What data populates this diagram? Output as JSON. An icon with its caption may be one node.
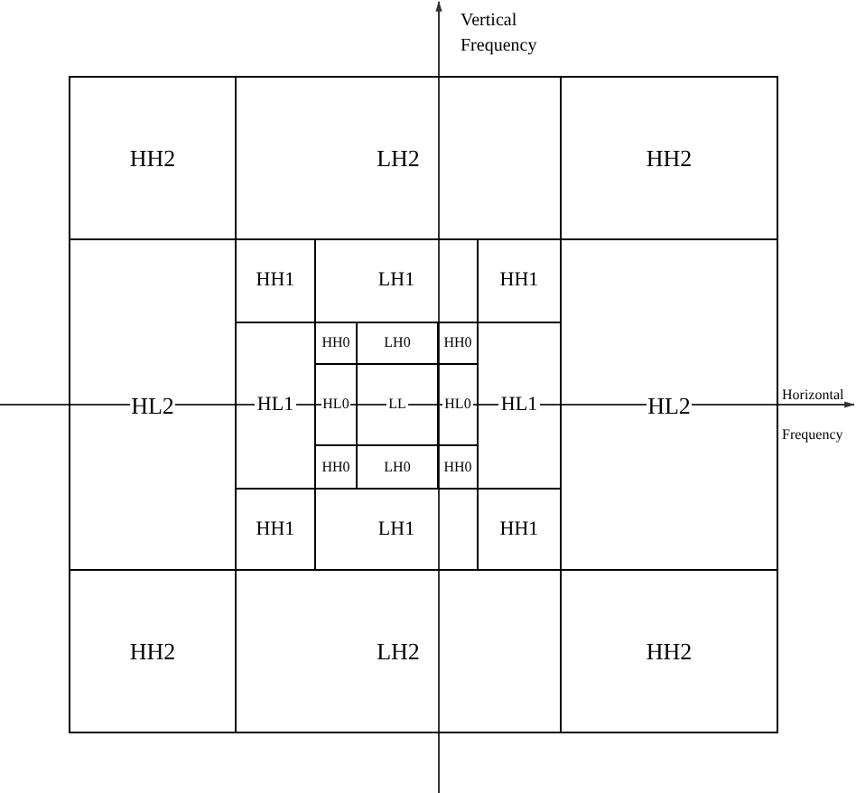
{
  "diagram": {
    "nodes": [
      {
        "text": [
          "HH2"
        ]
      },
      {
        "text": [
          "LH2"
        ]
      },
      {
        "text": [
          "HH2"
        ]
      },
      {
        "text": [
          "HL2"
        ]
      },
      {
        "text": [
          "HH1"
        ]
      },
      {
        "text": [
          "LH1"
        ]
      },
      {
        "text": [
          "HH1"
        ]
      },
      {
        "text": [
          "HL1"
        ]
      },
      {
        "text": [
          "HH0"
        ]
      },
      {
        "text": [
          "LH0"
        ]
      },
      {
        "text": [
          "HH0"
        ]
      },
      {
        "text": [
          "HL0"
        ]
      },
      {
        "text": [
          "LL"
        ]
      },
      {
        "text": [
          "HL0"
        ]
      },
      {
        "text": [
          "HH0"
        ]
      },
      {
        "text": [
          "LH0"
        ]
      },
      {
        "text": [
          "HH0"
        ]
      },
      {
        "text": [
          "HL1"
        ]
      },
      {
        "text": [
          "HH1"
        ]
      },
      {
        "text": [
          "LH1"
        ]
      },
      {
        "text": [
          "HH1"
        ]
      },
      {
        "text": [
          "HL2"
        ]
      },
      {
        "text": [
          "HH2"
        ]
      },
      {
        "text": [
          "LH2"
        ]
      },
      {
        "text": [
          "HH2"
        ]
      }
    ],
    "labels": [
      "Vertical Frequency",
      "Horizontal Frequency"
    ]
  }
}
